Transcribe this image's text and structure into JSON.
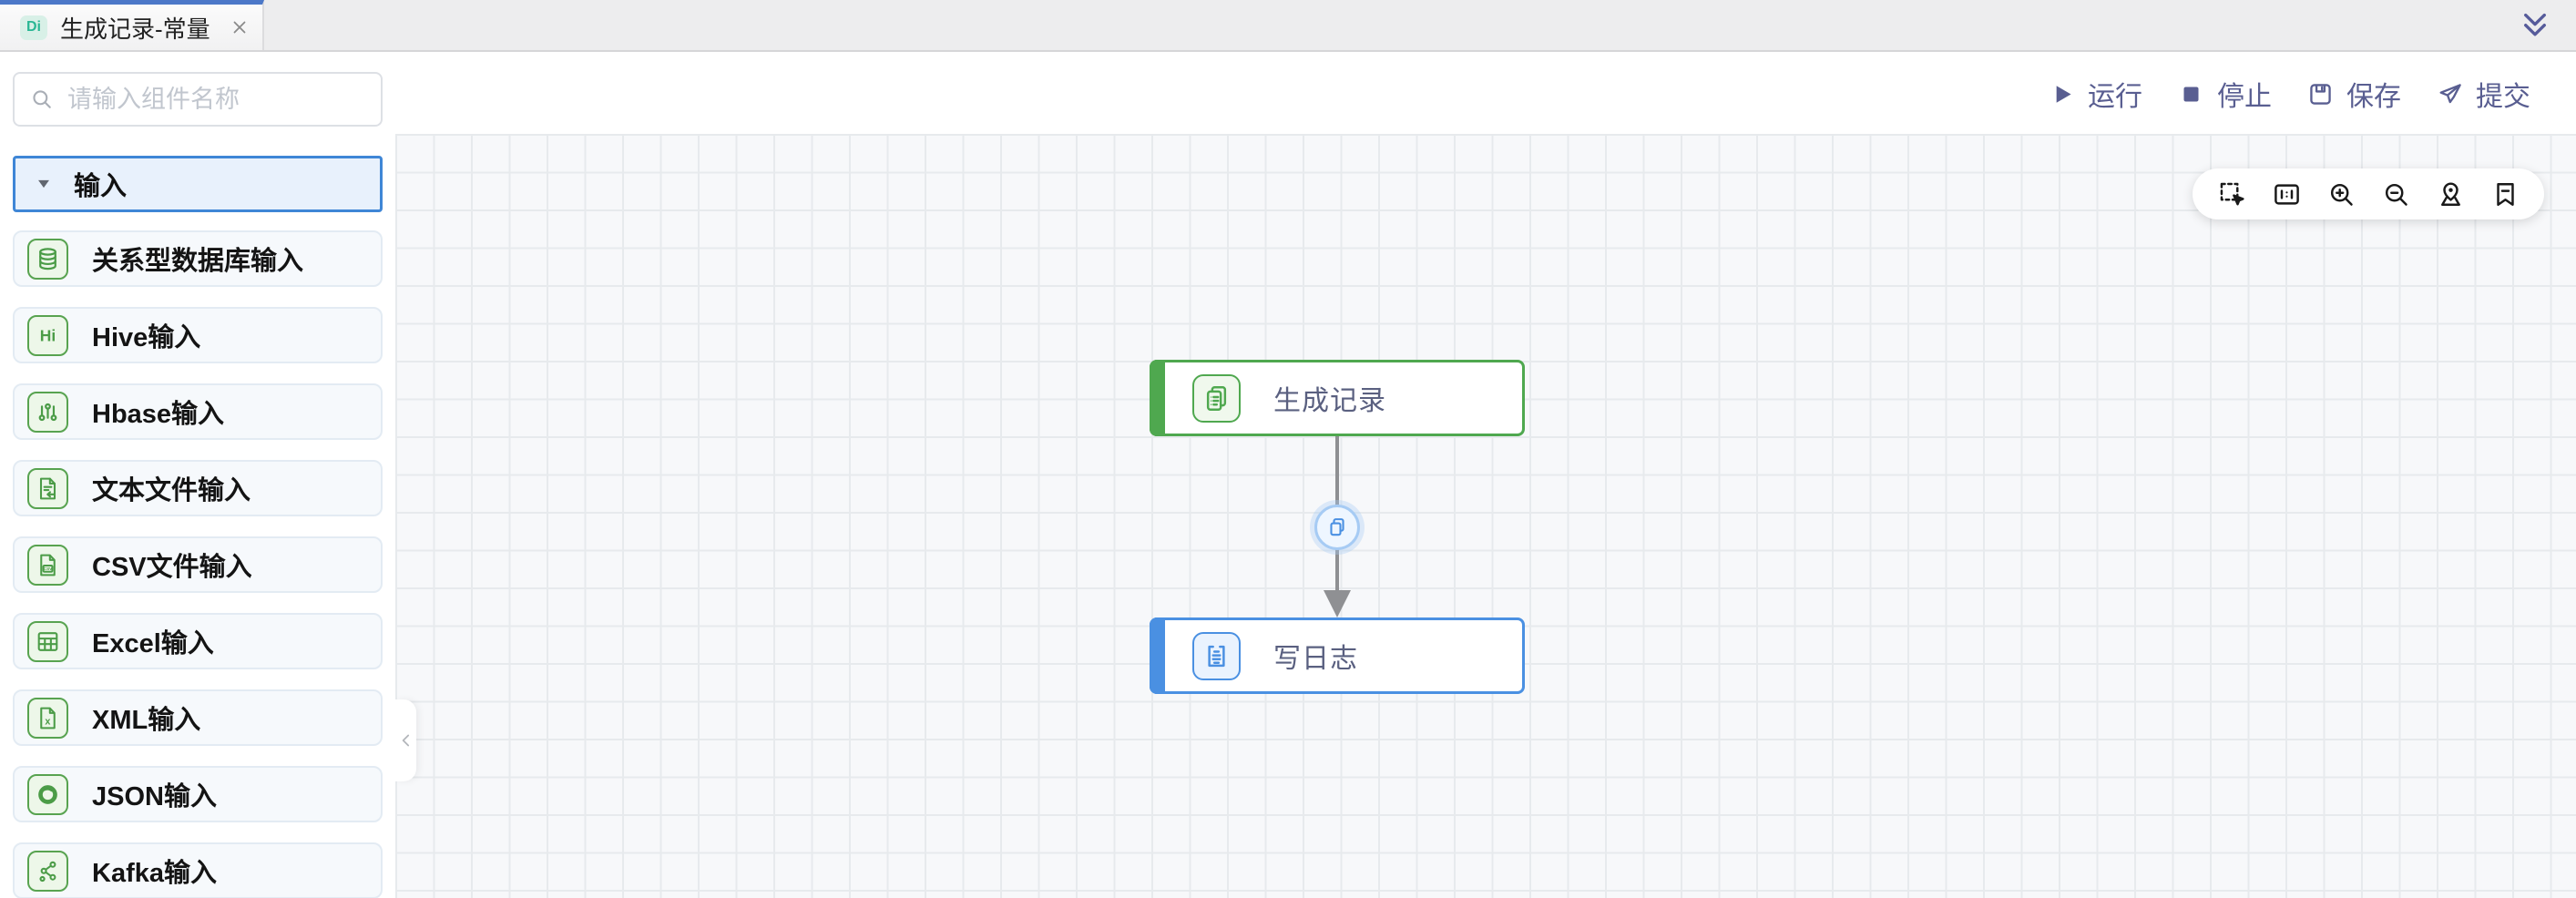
{
  "tab_bar": {
    "active_tab": {
      "badge": "Di",
      "title": "生成记录-常量",
      "close_icon": "close-icon"
    },
    "collapse_all_icon": "double-chevron-down-icon"
  },
  "action_bar": {
    "buttons": [
      {
        "id": "run",
        "label": "运行",
        "icon": "play-icon"
      },
      {
        "id": "stop",
        "label": "停止",
        "icon": "stop-icon"
      },
      {
        "id": "save",
        "label": "保存",
        "icon": "save-icon"
      },
      {
        "id": "submit",
        "label": "提交",
        "icon": "send-icon"
      }
    ]
  },
  "sidebar": {
    "search": {
      "placeholder": "请输入组件名称",
      "icon": "search-icon"
    },
    "section": {
      "label": "输入",
      "expanded": true,
      "icon": "triangle-down-icon"
    },
    "items": [
      {
        "label": "关系型数据库输入",
        "icon": "database-icon"
      },
      {
        "label": "Hive输入",
        "icon": "hive-icon"
      },
      {
        "label": "Hbase输入",
        "icon": "hbase-icon"
      },
      {
        "label": "文本文件输入",
        "icon": "text-file-icon"
      },
      {
        "label": "CSV文件输入",
        "icon": "csv-file-icon"
      },
      {
        "label": "Excel输入",
        "icon": "excel-icon"
      },
      {
        "label": "XML输入",
        "icon": "xml-file-icon"
      },
      {
        "label": "JSON输入",
        "icon": "json-icon"
      },
      {
        "label": "Kafka输入",
        "icon": "kafka-icon"
      }
    ],
    "collapse_handle_icon": "chevron-left-icon"
  },
  "canvas": {
    "toolbar": [
      {
        "id": "marquee-select",
        "icon": "marquee-select-icon"
      },
      {
        "id": "zoom-reset",
        "icon": "one-to-one-icon"
      },
      {
        "id": "zoom-in",
        "icon": "zoom-in-icon"
      },
      {
        "id": "zoom-out",
        "icon": "zoom-out-icon"
      },
      {
        "id": "locate",
        "icon": "locate-pin-icon"
      },
      {
        "id": "bookmark",
        "icon": "bookmark-minus-icon"
      }
    ],
    "nodes": [
      {
        "id": "node-1",
        "label": "生成记录",
        "icon": "generate-records-icon",
        "accent": "#4fa84f",
        "accent_bg": "#f0f8ed"
      },
      {
        "id": "node-2",
        "label": "写日志",
        "icon": "write-log-icon",
        "accent": "#4a90e2",
        "accent_bg": "#eaf3fe"
      }
    ],
    "edge": {
      "from": "node-1",
      "to": "node-2",
      "badge_icon": "copy-icon"
    }
  },
  "colors": {
    "tab_accent": "#4c78c8",
    "badge_teal": "#29b794",
    "action_indigo": "#595e91",
    "node_green": "#4fa84f",
    "node_blue": "#4a90e2",
    "grid_line": "#e7eaed"
  }
}
